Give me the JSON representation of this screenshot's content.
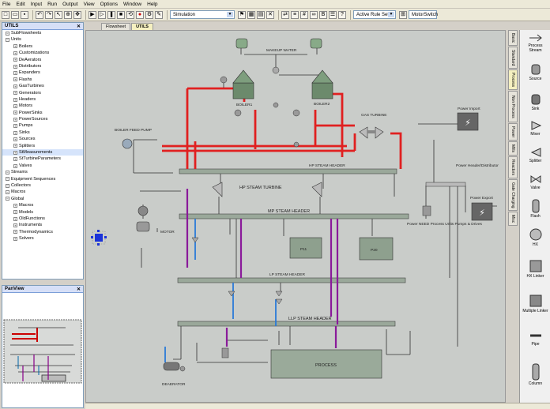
{
  "menu": [
    "File",
    "Edit",
    "Input",
    "Run",
    "Output",
    "View",
    "Options",
    "Window",
    "Help"
  ],
  "toolbar": {
    "combo1": "Simulation",
    "combo2": "Active Rule Set",
    "combo3": "MotorSwitch"
  },
  "tree": {
    "title": "UTILS",
    "items": [
      {
        "label": "SubFlowsheets",
        "level": 1
      },
      {
        "label": "Units",
        "level": 1
      },
      {
        "label": "Boilers",
        "level": 2
      },
      {
        "label": "Customizations",
        "level": 2
      },
      {
        "label": "DeAerators",
        "level": 2
      },
      {
        "label": "Distributors",
        "level": 2
      },
      {
        "label": "Expanders",
        "level": 2
      },
      {
        "label": "Flashs",
        "level": 2
      },
      {
        "label": "GasTurbines",
        "level": 2
      },
      {
        "label": "Generators",
        "level": 2
      },
      {
        "label": "Headers",
        "level": 2
      },
      {
        "label": "Motors",
        "level": 2
      },
      {
        "label": "PowerSinks",
        "level": 2
      },
      {
        "label": "PowerSources",
        "level": 2
      },
      {
        "label": "Pumps",
        "level": 2
      },
      {
        "label": "Sinks",
        "level": 2
      },
      {
        "label": "Sources",
        "level": 2
      },
      {
        "label": "Splitters",
        "level": 2
      },
      {
        "label": "StMeasurements",
        "level": 2
      },
      {
        "label": "StTurbineParameters",
        "level": 2
      },
      {
        "label": "Valves",
        "level": 2
      },
      {
        "label": "Streams",
        "level": 1
      },
      {
        "label": "Equipment Sequences",
        "level": 1
      },
      {
        "label": "Collectors",
        "level": 1
      },
      {
        "label": "Macros",
        "level": 1
      },
      {
        "label": "Global",
        "level": 1
      },
      {
        "label": "Macros",
        "level": 2
      },
      {
        "label": "Models",
        "level": 2
      },
      {
        "label": "OldFunctions",
        "level": 2
      },
      {
        "label": "Instruments",
        "level": 2
      },
      {
        "label": "Thermodynamics",
        "level": 2
      },
      {
        "label": "Solvers",
        "level": 2
      }
    ]
  },
  "panview": {
    "title": "PanView"
  },
  "tabs": [
    "Flowsheet",
    "UTILS"
  ],
  "vtabs": [
    "Basic",
    "Standard",
    "Process",
    "Non Process",
    "Power",
    "Mills",
    "Reactors",
    "Gate Charging",
    "Misc"
  ],
  "palette": [
    "Process Stream",
    "Source",
    "Sink",
    "Mixer",
    "Splitter",
    "Valve",
    "Flash",
    "HX",
    "HX Linker",
    "Multiple Linker",
    "Pipe",
    "Column"
  ],
  "flowsheet": {
    "labels": {
      "makeup": "MAKEUP WATER",
      "boiler1": "BOILER1",
      "boiler2": "BOILER2",
      "bfp": "BOILER FEED PUMP",
      "gasturbine": "GAS TURBINE",
      "hpheader": "HP STEAM HEADER",
      "hpturbine": "HP STEAM TURBINE",
      "mpheader": "MP STEAM HEADER",
      "lpheader": "LP STEAM HEADER",
      "llpheader": "LLP STEAM HEADER",
      "motor": "MOTOR",
      "powerimport": "Power Import",
      "powerexport": "Power Export",
      "powerdist": "Power Header/Distributor",
      "powerneed": "Power NEED Process Units Pumps & Drives",
      "process": "PROCESS",
      "deaerator": "DEAERATOR",
      "p1": "P11",
      "p2": "P20"
    }
  }
}
